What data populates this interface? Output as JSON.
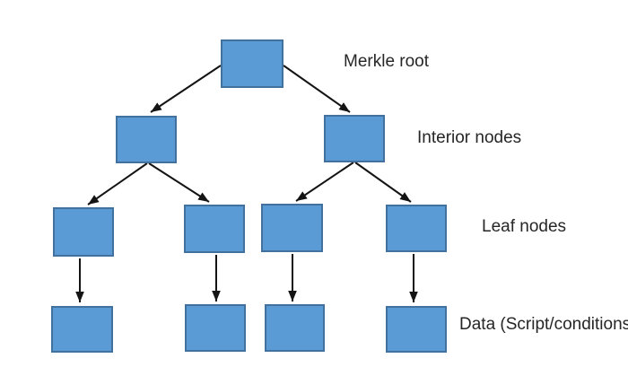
{
  "labels": {
    "root": "Merkle root",
    "interior": "Interior nodes",
    "leaf": "Leaf nodes",
    "data": "Data (Script/conditions)"
  },
  "structure": {
    "levels": [
      {
        "level": "root",
        "label": "Merkle root",
        "node_count": 1
      },
      {
        "level": "interior",
        "label": "Interior nodes",
        "node_count": 2
      },
      {
        "level": "leaf",
        "label": "Leaf nodes",
        "node_count": 4
      },
      {
        "level": "data",
        "label": "Data (Script/conditions)",
        "node_count": 4
      }
    ],
    "edges": [
      {
        "from": "root",
        "to": "interior-left"
      },
      {
        "from": "root",
        "to": "interior-right"
      },
      {
        "from": "interior-left",
        "to": "leaf-1"
      },
      {
        "from": "interior-left",
        "to": "leaf-2"
      },
      {
        "from": "interior-right",
        "to": "leaf-3"
      },
      {
        "from": "interior-right",
        "to": "leaf-4"
      },
      {
        "from": "leaf-1",
        "to": "data-1"
      },
      {
        "from": "leaf-2",
        "to": "data-2"
      },
      {
        "from": "leaf-3",
        "to": "data-3"
      },
      {
        "from": "leaf-4",
        "to": "data-4"
      }
    ]
  },
  "colors": {
    "node_fill": "#5B9BD5",
    "node_border": "#41719C",
    "arrow": "#141414",
    "text": "#262626",
    "background": "#FFFFFF"
  }
}
